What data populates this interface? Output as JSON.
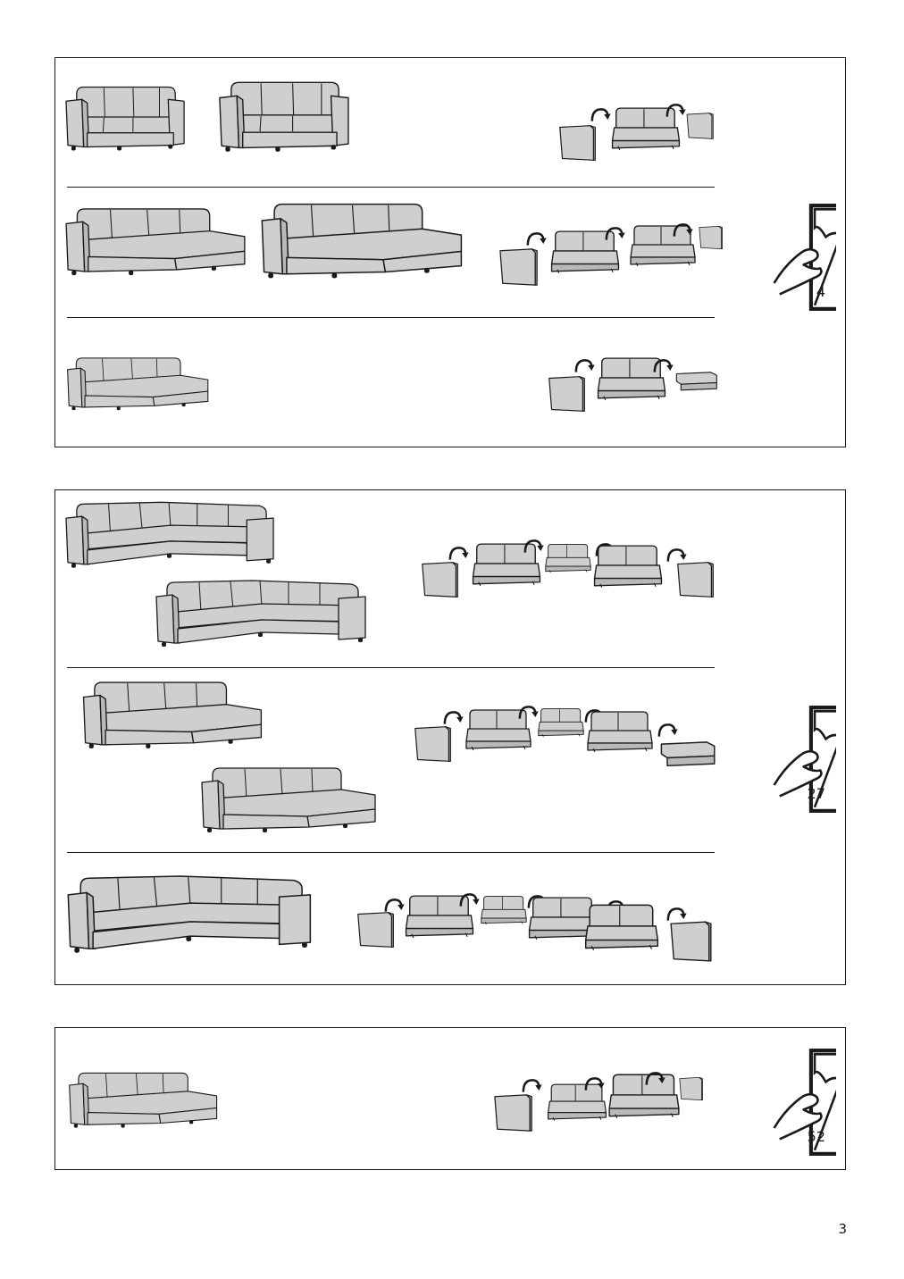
{
  "page": {
    "number": "3"
  },
  "panels": [
    {
      "page_reference": "4"
    },
    {
      "page_reference": "27"
    },
    {
      "page_reference": "52"
    }
  ],
  "icons": {
    "sofa": "sofa-illustration",
    "module": "sofa-module-illustration",
    "arrow": "curved-arrow-icon",
    "page_turn": "hand-turning-page-icon"
  },
  "colors": {
    "line": "#1a1a1a",
    "upholstery": "#cfcfcf",
    "background": "#ffffff"
  }
}
